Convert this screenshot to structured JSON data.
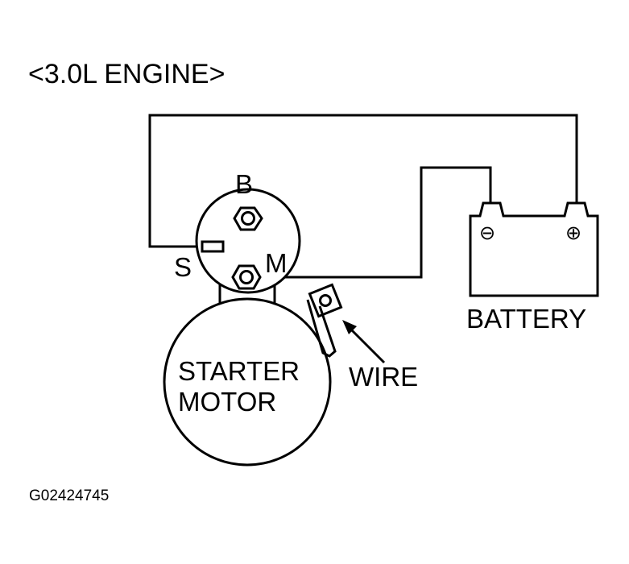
{
  "title": "<3.0L ENGINE>",
  "figure_code": "G02424745",
  "labels": {
    "terminal_b": "B",
    "terminal_s": "S",
    "terminal_m": "M",
    "battery": "BATTERY",
    "starter_line1": "STARTER",
    "starter_line2": "MOTOR",
    "wire": "WIRE",
    "battery_negative": "⊖",
    "battery_positive": "⊕"
  }
}
